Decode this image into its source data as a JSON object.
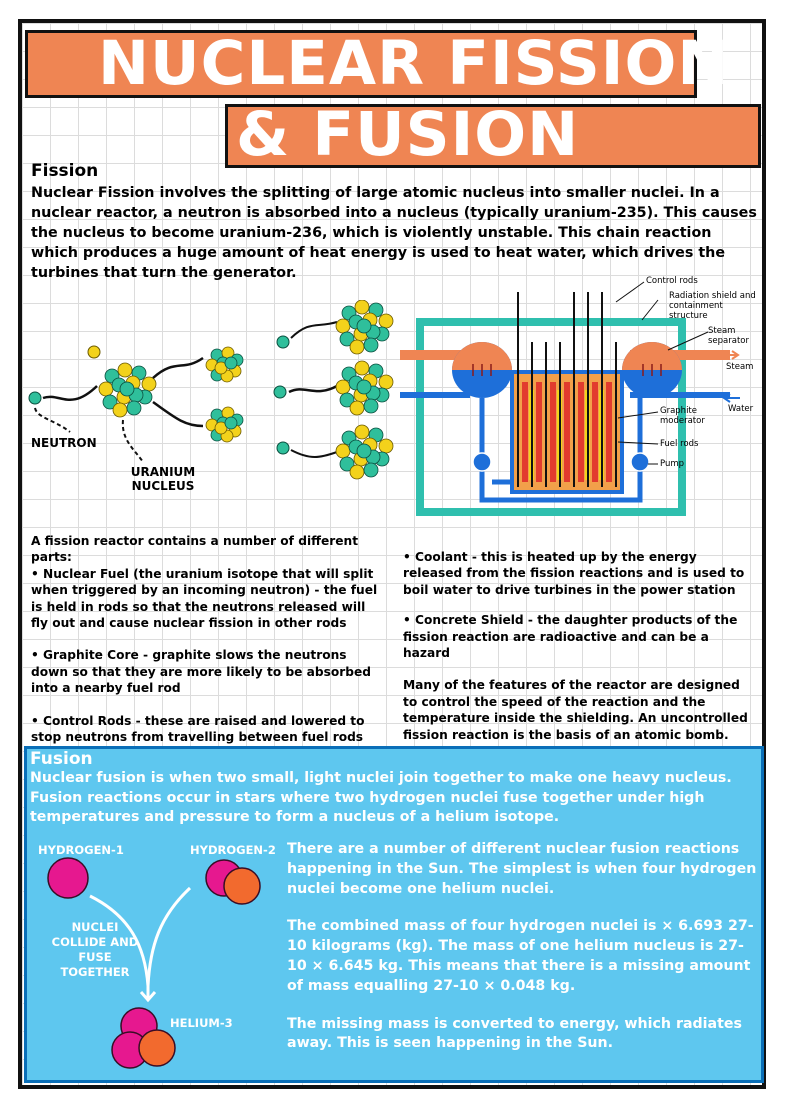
{
  "title": {
    "line1": "NUCLEAR FISSION",
    "line2": "& FUSION"
  },
  "fission": {
    "heading": "Fission",
    "intro": "Nuclear Fission involves the splitting of large atomic nucleus into smaller nuclei. In a nuclear reactor, a neutron is absorbed into a nucleus (typically uranium-235). This causes the nucleus to become uranium-236, which is violently unstable. This chain reaction which produces a huge amount of heat energy is used to heat water, which drives the turbines that turn the generator.",
    "diagram_labels": {
      "neutron": "NEUTRON",
      "uranium_line1": "URANIUM",
      "uranium_line2": "NUCLEUS"
    },
    "reactor_labels": {
      "control_rods": "Control rods",
      "radiation_shield_line1": "Radiation shield and",
      "radiation_shield_line2": "containment structure",
      "steam_separator_line1": "Steam",
      "steam_separator_line2": "separator",
      "steam": "Steam",
      "water": "Water",
      "graphite_line1": "Graphite",
      "graphite_line2": "moderator",
      "fuel_rods": "Fuel rods",
      "pump": "Pump"
    },
    "left_column": [
      "A fission reactor contains a number of different parts:",
      "• Nuclear Fuel (the uranium isotope that will split when triggered by an incoming neutron) - the fuel is held in rods so that the neutrons released will fly out and cause nuclear fission in other rods",
      " • Graphite Core - graphite slows the neutrons down so that they are more likely to be absorbed into a nearby fuel rod",
      "• Control Rods - these are raised and lowered to stop neutrons from travelling between fuel rods and therefore change the speed of the chain reaction"
    ],
    "right_column": [
      "• Coolant - this is heated up by the energy released from the fission reactions and is used to boil water to drive turbines in the power station",
      "• Concrete Shield - the daughter products of the fission reaction are radioactive and can be a hazard",
      "Many of the features of the reactor are designed to control the speed of the reaction and the temperature inside the shielding. An uncontrolled fission reaction is the basis of an atomic bomb."
    ]
  },
  "fusion": {
    "heading": "Fusion",
    "intro": "Nuclear fusion is when two small, light nuclei join together to make one heavy nucleus. Fusion reactions occur in stars where two hydrogen nuclei fuse together under high temperatures and pressure to form a nucleus of a helium isotope.",
    "labels": {
      "hydrogen1": "HYDROGEN-1",
      "hydrogen2": "HYDROGEN-2",
      "collide_line1": "NUCLEI",
      "collide_line2": "COLLIDE AND",
      "collide_line3": "FUSE",
      "collide_line4": "TOGETHER",
      "helium3": "HELIUM-3"
    },
    "paragraphs": [
      "There are a number of different nuclear fusion reactions happening in the Sun. The simplest is when four hydrogen nuclei become one helium nuclei.",
      "The combined mass of four hydrogen nuclei is × 6.693 27-10 kilograms (kg). The mass of one helium nucleus is 27-10 × 6.645 kg. This means that there is a missing amount of mass equalling 27-10 × 0.048 kg.",
      "The missing mass is converted to energy, which radiates away. This is seen happening in the Sun."
    ]
  },
  "colors": {
    "orange": "#ef8553",
    "blue_panel": "#5ec7ef",
    "teal": "#2fbf9b",
    "yellow": "#f3d21b",
    "magenta": "#e6188f"
  }
}
